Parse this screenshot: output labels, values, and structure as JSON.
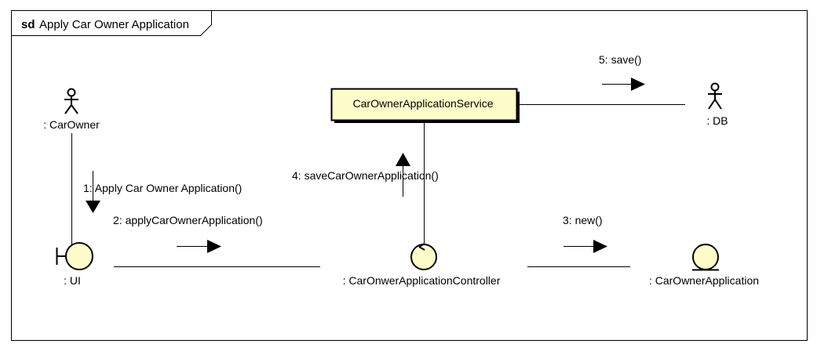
{
  "frame": {
    "keyword": "sd",
    "title": "Apply Car Owner Application"
  },
  "participants": {
    "car_owner": ": CarOwner",
    "ui": ": UI",
    "service": "CarOwnerApplicationService",
    "db": ": DB",
    "controller": ": CarOnwerApplicationController",
    "application": ": CarOwnerApplication"
  },
  "messages": {
    "m1": "1: Apply Car Owner Application()",
    "m2": "2: applyCarOwnerApplication()",
    "m3": "3: new()",
    "m4": "4: saveCarOwnerApplication()",
    "m5": "5: save()"
  },
  "colors": {
    "service_fill": "#fefdc9",
    "object_fill": "#fefdc9",
    "line": "#000000",
    "background": "#ffffff"
  }
}
